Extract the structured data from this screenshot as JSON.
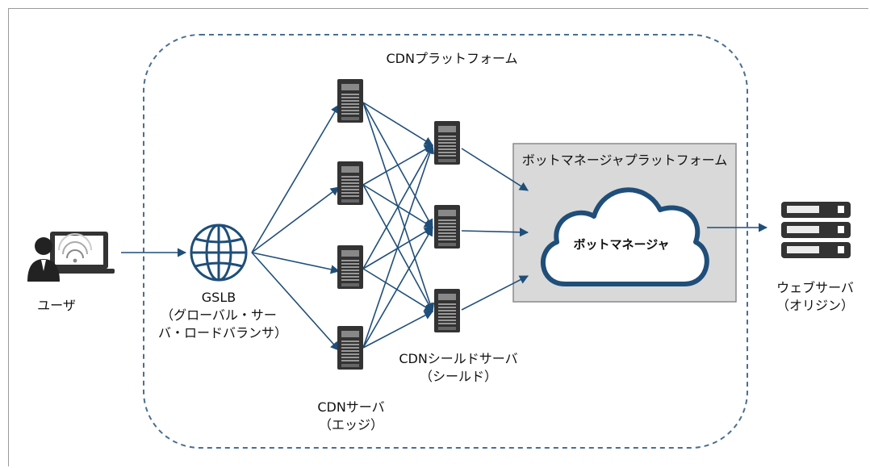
{
  "platform": {
    "cdn_title": "CDNプラットフォーム",
    "bot_title": "ボットマネージャプラットフォーム"
  },
  "nodes": {
    "user": {
      "label": "ユーザ"
    },
    "gslb": {
      "line1": "GSLB",
      "line2": "（グローバル・サー",
      "line3": "バ・ロードバランサ）"
    },
    "edge": {
      "line1": "CDNサーバ",
      "line2": "（エッジ）"
    },
    "shield": {
      "line1": "CDNシールドサーバ",
      "line2": "（シールド）"
    },
    "bot_manager": {
      "label": "ボットマネージャ"
    },
    "origin": {
      "line1": "ウェブサーバ",
      "line2": "（オリジン）"
    }
  },
  "colors": {
    "accent": "#1f4e79",
    "dashed_border": "#4a6f8f",
    "bot_panel_fill": "#d9d9d9",
    "server_dark": "#333333"
  }
}
